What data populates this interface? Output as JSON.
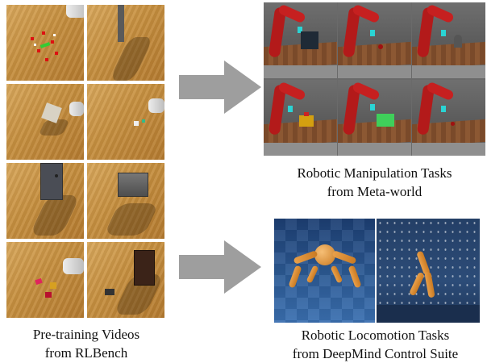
{
  "captions": {
    "meta_world": [
      "Robotic Manipulation Tasks",
      "from Meta-world"
    ],
    "dmc": [
      "Robotic Locomotion Tasks",
      "from DeepMind Control Suite"
    ],
    "rlbench": [
      "Pre-training Videos",
      "from RLBench"
    ]
  },
  "colors": {
    "arrow": "#9e9e9e",
    "wood": "#c68f3f",
    "robot_red": "#b31a1a",
    "dmc_blue": "#2d5b95",
    "walker_orange": "#e9a04a"
  },
  "icons": [
    "arrow-right-icon",
    "arrow-right-icon"
  ]
}
